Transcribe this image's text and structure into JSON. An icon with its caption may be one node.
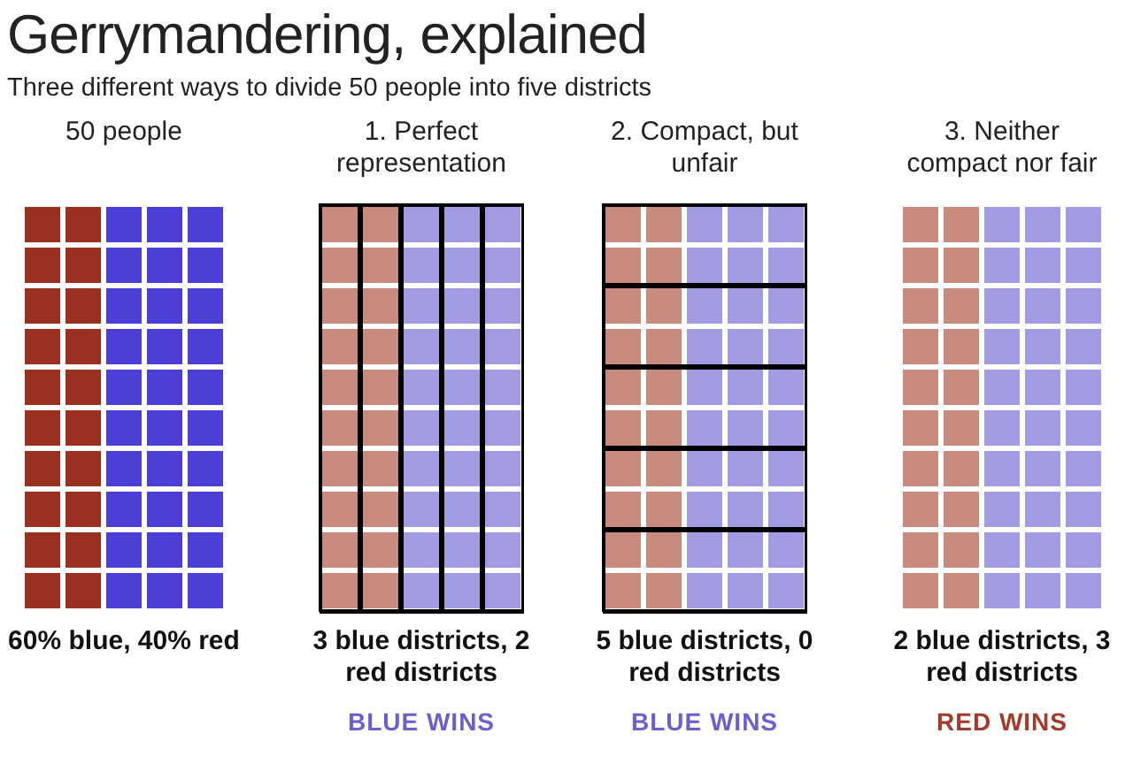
{
  "diagram": {
    "title": "Gerrymandering, explained",
    "labels": [
      "Three different ways to divide 50 people into five districts",
      "50 people",
      "1. Perfect representation",
      "2. Compact, but unfair",
      "3. Neither compact nor fair",
      "60% blue, 40% red",
      "3 blue districts, 2 red districts",
      "5 blue districts, 0 red districts",
      "2 blue districts, 3 red districts",
      "BLUE WINS",
      "BLUE WINS",
      "RED WINS"
    ]
  }
}
